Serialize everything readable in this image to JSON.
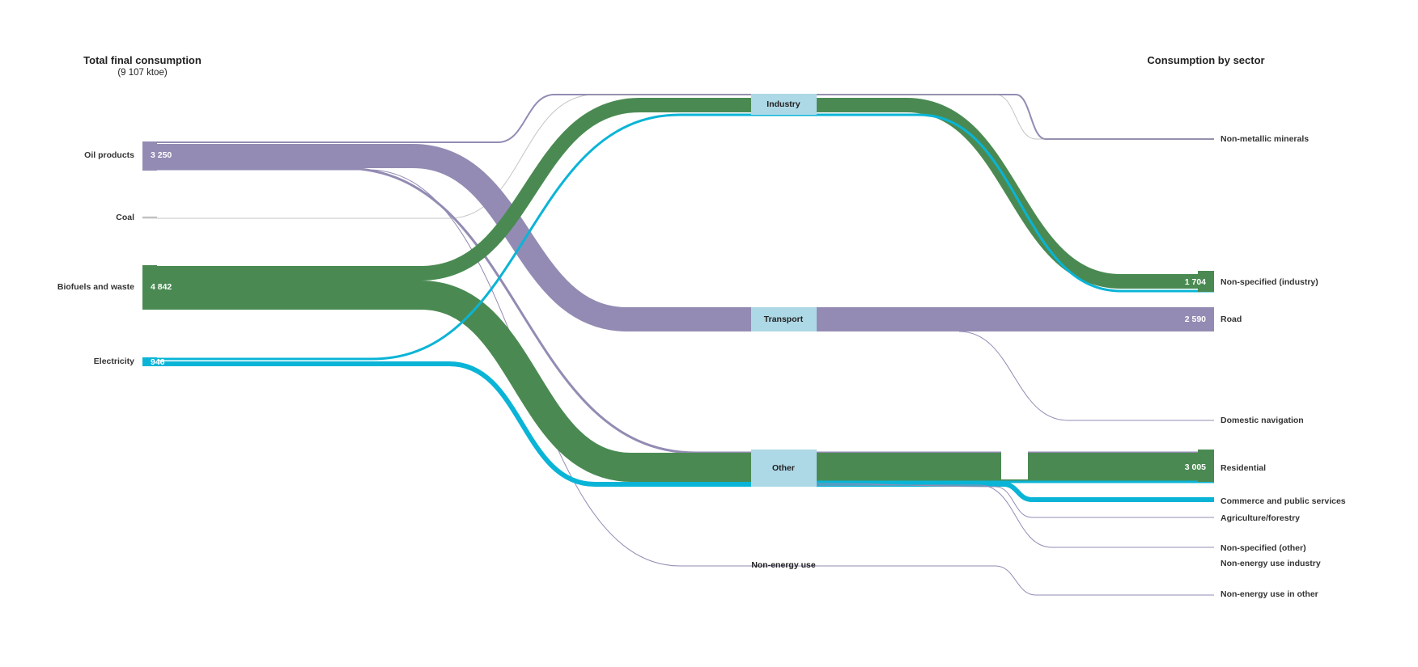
{
  "header": {
    "left_title": "Total final consumption",
    "left_subtitle": "(9 107 ktoe)",
    "right_title": "Consumption by sector"
  },
  "colors": {
    "oil": "#938bb3",
    "coal": "#9e9e9e",
    "bio": "#4a8a52",
    "elec": "#0ab4d6",
    "hub": "#add8e6"
  },
  "sources": [
    {
      "key": "oil",
      "label": "Oil products",
      "value": 3250,
      "value_label": "3 250"
    },
    {
      "key": "coal",
      "label": "Coal",
      "value": 0,
      "value_label": ""
    },
    {
      "key": "bio",
      "label": "Biofuels and waste",
      "value": 4842,
      "value_label": "4 842"
    },
    {
      "key": "elec",
      "label": "Electricity",
      "value": 946,
      "value_label": "946"
    }
  ],
  "hubs": [
    {
      "key": "industry",
      "label": "Industry"
    },
    {
      "key": "transport",
      "label": "Transport"
    },
    {
      "key": "other",
      "label": "Other"
    },
    {
      "key": "nonenergy",
      "label": "Non-energy use"
    }
  ],
  "sectors": [
    {
      "key": "nonmetallic",
      "label": "Non-metallic minerals",
      "value_label": ""
    },
    {
      "key": "nsindustry",
      "label": "Non-specified (industry)",
      "value_label": "1 704"
    },
    {
      "key": "road",
      "label": "Road",
      "value_label": "2 590"
    },
    {
      "key": "domnav",
      "label": "Domestic navigation",
      "value_label": ""
    },
    {
      "key": "residential",
      "label": "Residential",
      "value_label": "3 005"
    },
    {
      "key": "commerce",
      "label": "Commerce and public services",
      "value_label": ""
    },
    {
      "key": "agri",
      "label": "Agriculture/forestry",
      "value_label": ""
    },
    {
      "key": "nsother",
      "label": "Non-specified (other)",
      "value_label": ""
    },
    {
      "key": "neindustry",
      "label": "Non-energy use industry",
      "value_label": ""
    },
    {
      "key": "neother",
      "label": "Non-energy use in other",
      "value_label": ""
    }
  ]
}
